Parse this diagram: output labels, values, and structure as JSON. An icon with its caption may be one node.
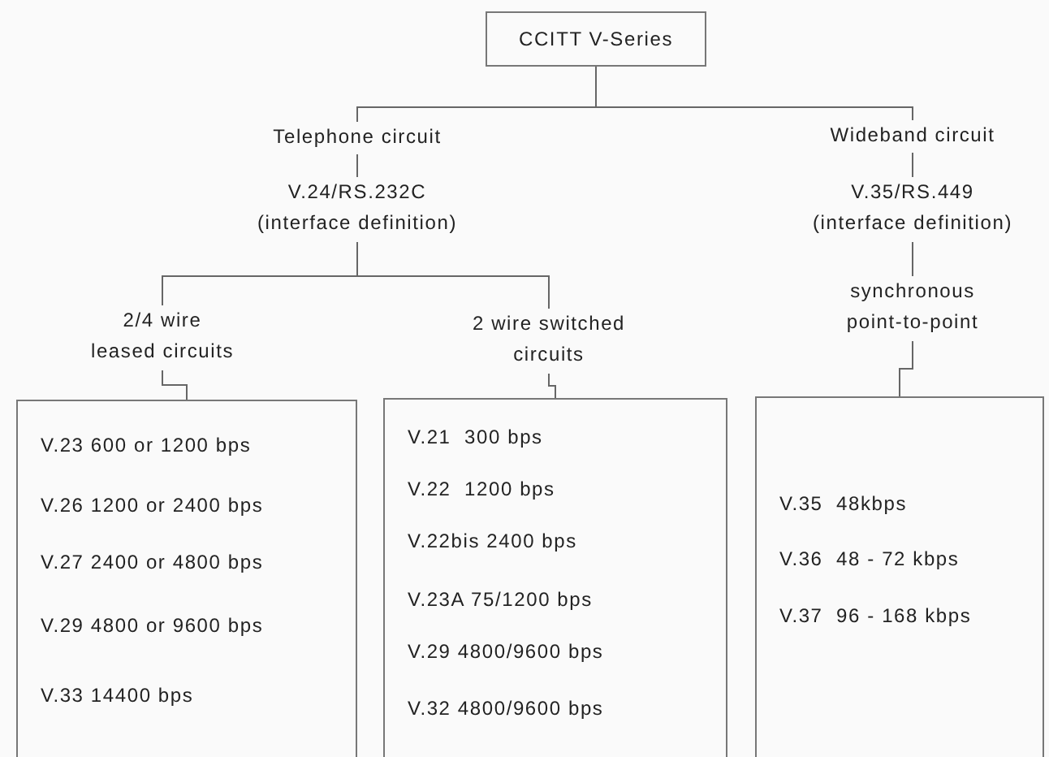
{
  "diagram": {
    "nodes": [
      {
        "text": [
          "CCITT V-Series"
        ]
      },
      {
        "text": [
          "Telephone circuit"
        ]
      },
      {
        "text": [
          "V.24/RS.232C (interface definition)"
        ]
      },
      {
        "text": [
          "Wideband circuit"
        ]
      },
      {
        "text": [
          "V.35/RS.449 (interface definition)"
        ]
      },
      {
        "text": [
          "synchronous point-to-point"
        ]
      },
      {
        "text": [
          "2/4 wire leased circuits"
        ]
      },
      {
        "text": [
          "2 wire switched circuits"
        ]
      },
      {
        "text": [
          "V.23 600 or 1200 bps",
          "V.26 1200 or 2400 bps",
          "V.27 2400 or 4800 bps",
          "V.29 4800 or 9600 bps",
          "V.33 14400 bps"
        ]
      },
      {
        "text": [
          "V.21  300 bps",
          "V.22  1200 bps",
          "V.22bis 2400 bps",
          "V.23A 75/1200 bps",
          "V.29 4800/9600 bps",
          "V.32 4800/9600 bps"
        ]
      },
      {
        "text": [
          "V.35  48kbps",
          "V.36  48 - 72 kbps",
          "V.37  96 - 168 kbps"
        ]
      }
    ],
    "edges": [
      {
        "from": 0,
        "to": 1,
        "arrow": "none"
      },
      {
        "from": 0,
        "to": 3,
        "arrow": "none"
      },
      {
        "from": 1,
        "to": 2,
        "arrow": "none"
      },
      {
        "from": 2,
        "to": 6,
        "arrow": "none"
      },
      {
        "from": 2,
        "to": 7,
        "arrow": "none"
      },
      {
        "from": 3,
        "to": 4,
        "arrow": "none"
      },
      {
        "from": 4,
        "to": 5,
        "arrow": "none"
      },
      {
        "from": 6,
        "to": 8,
        "arrow": "none"
      },
      {
        "from": 7,
        "to": 9,
        "arrow": "none"
      },
      {
        "from": 5,
        "to": 10,
        "arrow": "none"
      }
    ]
  }
}
